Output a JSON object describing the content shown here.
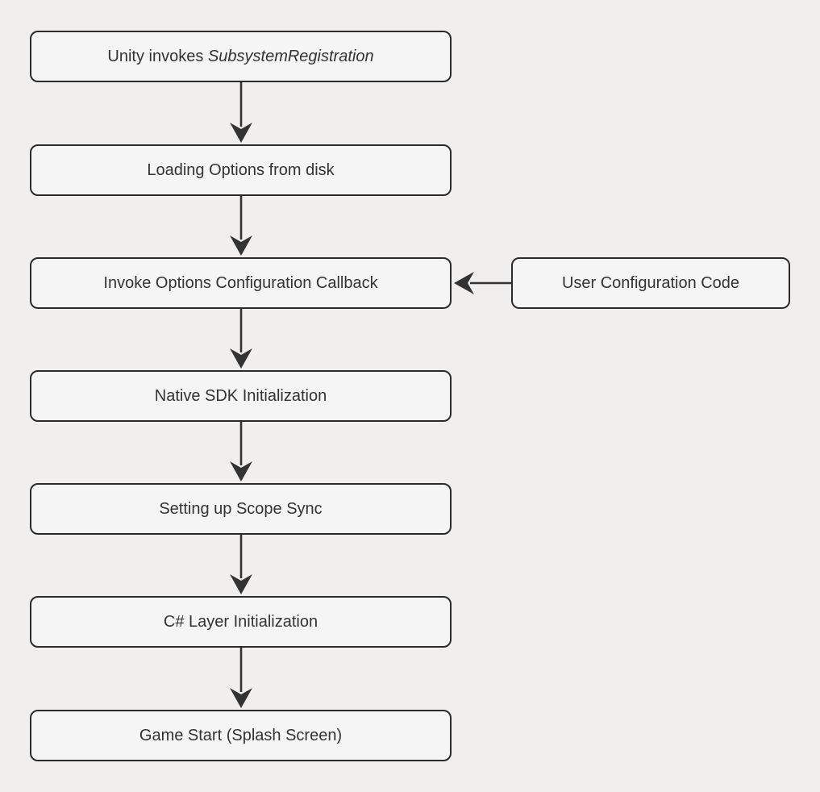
{
  "theme": {
    "background": "#f0efed",
    "node_fill": "#f5f5f5",
    "node_border": "#2b2b2b",
    "arrow_color": "#333333",
    "text_color": "#333333"
  },
  "flowchart": {
    "nodes": [
      {
        "id": "unity-invokes-subsystem-registration",
        "label_prefix": "Unity invokes ",
        "label_italic": "SubsystemRegistration"
      },
      {
        "id": "loading-options-from-disk",
        "label": "Loading Options from disk"
      },
      {
        "id": "invoke-options-configuration-callback",
        "label": "Invoke Options Configuration Callback"
      },
      {
        "id": "native-sdk-initialization",
        "label": "Native SDK Initialization"
      },
      {
        "id": "setting-up-scope-sync",
        "label": "Setting up Scope Sync"
      },
      {
        "id": "csharp-layer-initialization",
        "label": "C# Layer Initialization"
      },
      {
        "id": "game-start-splash-screen",
        "label": "Game Start (Splash Screen)"
      },
      {
        "id": "user-configuration-code",
        "label": "User Configuration Code"
      }
    ],
    "edges": [
      {
        "from": "unity-invokes-subsystem-registration",
        "to": "loading-options-from-disk"
      },
      {
        "from": "loading-options-from-disk",
        "to": "invoke-options-configuration-callback"
      },
      {
        "from": "invoke-options-configuration-callback",
        "to": "native-sdk-initialization"
      },
      {
        "from": "native-sdk-initialization",
        "to": "setting-up-scope-sync"
      },
      {
        "from": "setting-up-scope-sync",
        "to": "csharp-layer-initialization"
      },
      {
        "from": "csharp-layer-initialization",
        "to": "game-start-splash-screen"
      },
      {
        "from": "user-configuration-code",
        "to": "invoke-options-configuration-callback"
      }
    ]
  }
}
